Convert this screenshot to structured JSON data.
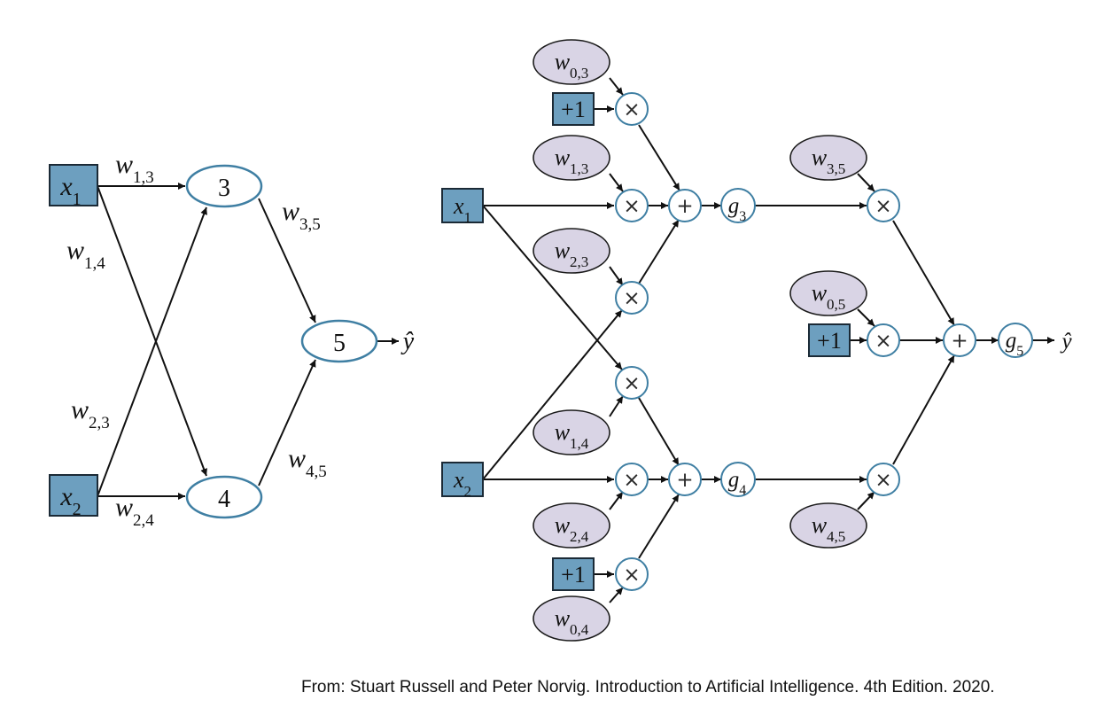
{
  "left": {
    "inputs": [
      {
        "id": "x1",
        "base": "x",
        "sub": "1"
      },
      {
        "id": "x2",
        "base": "x",
        "sub": "2"
      }
    ],
    "units": [
      {
        "id": "u3",
        "label": "3"
      },
      {
        "id": "u4",
        "label": "4"
      },
      {
        "id": "u5",
        "label": "5"
      }
    ],
    "weights": [
      {
        "id": "w13",
        "base": "w",
        "sub": "1,3"
      },
      {
        "id": "w14",
        "base": "w",
        "sub": "1,4"
      },
      {
        "id": "w23",
        "base": "w",
        "sub": "2,3"
      },
      {
        "id": "w24",
        "base": "w",
        "sub": "2,4"
      },
      {
        "id": "w35",
        "base": "w",
        "sub": "3,5"
      },
      {
        "id": "w45",
        "base": "w",
        "sub": "4,5"
      }
    ],
    "output": "ŷ"
  },
  "right": {
    "inputs": [
      {
        "id": "x1",
        "base": "x",
        "sub": "1"
      },
      {
        "id": "x2",
        "base": "x",
        "sub": "2"
      }
    ],
    "bias": "+1",
    "weights": [
      {
        "id": "w03",
        "base": "w",
        "sub": "0,3"
      },
      {
        "id": "w13",
        "base": "w",
        "sub": "1,3"
      },
      {
        "id": "w23",
        "base": "w",
        "sub": "2,3"
      },
      {
        "id": "w14",
        "base": "w",
        "sub": "1,4"
      },
      {
        "id": "w24",
        "base": "w",
        "sub": "2,4"
      },
      {
        "id": "w04",
        "base": "w",
        "sub": "0,4"
      },
      {
        "id": "w35",
        "base": "w",
        "sub": "3,5"
      },
      {
        "id": "w05",
        "base": "w",
        "sub": "0,5"
      },
      {
        "id": "w45",
        "base": "w",
        "sub": "4,5"
      }
    ],
    "activations": [
      {
        "id": "g3",
        "base": "g",
        "sub": "3"
      },
      {
        "id": "g4",
        "base": "g",
        "sub": "4"
      },
      {
        "id": "g5",
        "base": "g",
        "sub": "5"
      }
    ],
    "multiply_symbol": "×",
    "sum_symbol": "+",
    "output": "ŷ"
  },
  "citation": "From: Stuart Russell and Peter Norvig. Introduction to Artificial Intelligence. 4th Edition. 2020."
}
